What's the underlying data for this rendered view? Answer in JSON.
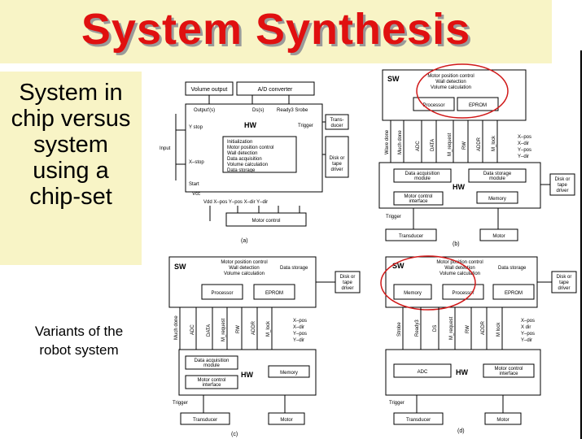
{
  "title": "System Synthesis",
  "left_panel": {
    "lines": [
      "System in",
      "chip versus",
      "system",
      "using a",
      "chip-set"
    ]
  },
  "variants": {
    "lines": [
      "Variants of the",
      "robot system"
    ]
  },
  "a": {
    "caption": "(a)",
    "volume_output": "Volume output",
    "ad_converter": "A/D converter",
    "output_s": "Output'(s)",
    "ds_s": "Ds(s)",
    "ready_strobe": "Ready3  Srobe",
    "transducer": [
      "Trans-",
      "ducer"
    ],
    "hw": "HW",
    "trigger": "Trigger",
    "y_stop": "Y stop",
    "x_stop": "X–stop",
    "input": "Input",
    "start": "Start",
    "vcc": "Vcc",
    "functions": [
      "Initialization",
      "Motor position control",
      "Wall detection",
      "Data acquisition",
      "Volume calculation",
      "Data storage"
    ],
    "disk": [
      "Disk or",
      "tape",
      "driver"
    ],
    "bottom_signals": "Vdd    X–pos   Y–pos   X–dir    Y–dir",
    "motor_control": "Motor control"
  },
  "b": {
    "caption": "(b)",
    "sw": "SW",
    "sw_functions": [
      "Motor position control",
      "Wall detection",
      "Volume calculation"
    ],
    "processor": "Processor",
    "eprom": "EPROM",
    "signals": [
      "Wave done",
      "Much done",
      "ADC",
      "DATA",
      "M_request",
      "RW",
      "ADDR",
      "M_lock"
    ],
    "right_signals": [
      "X–pos",
      "X–dir",
      "Y–pos",
      "Y–dir"
    ],
    "data_acq": [
      "Data acquisition",
      "module"
    ],
    "data_storage": [
      "Data storage",
      "module"
    ],
    "hw": "HW",
    "motor_if": [
      "Motor control",
      "interface"
    ],
    "memory": "Memory",
    "disk": [
      "Disk or",
      "tape",
      "driver"
    ],
    "trigger": "Trigger",
    "transducer": "Transducer",
    "motor": "Motor"
  },
  "c": {
    "caption": "(c)",
    "sw": "SW",
    "sw_functions": [
      "Motor position control",
      "Wall detection",
      "Volume calculation"
    ],
    "data_storage": "Data storage",
    "processor": "Processor",
    "eprom": "EPROM",
    "disk": [
      "Disk or",
      "tape",
      "driver"
    ],
    "signals": [
      "Much done",
      "ADC",
      "DATA",
      "M_request",
      "RW",
      "ADDR",
      "M_lock"
    ],
    "right_signals": [
      "X–pos",
      "X–dir",
      "Y–pos",
      "Y–dir"
    ],
    "data_acq": [
      "Data acquisition",
      "module"
    ],
    "motor_if": [
      "Motor control",
      "interface"
    ],
    "hw": "HW",
    "memory": "Memory",
    "trigger": "Trigger",
    "transducer": "Transducer",
    "motor": "Motor"
  },
  "d": {
    "caption": "(d)",
    "sw": "SW",
    "sw_functions": [
      "Motor position control",
      "Wall detection",
      "Volume calculation"
    ],
    "data_storage": "Data storage",
    "memory": "Memory",
    "processor": "Processor",
    "eprom": "EPROM",
    "disk": [
      "Disk or",
      "tape",
      "driver"
    ],
    "signals": [
      "Strobe",
      "Ready3",
      "DS",
      "M_request",
      "RW",
      "ADDR",
      "M lock"
    ],
    "right_signals": [
      "X–pos",
      "X dir",
      "Y–pos",
      "Y–dir"
    ],
    "adc": "ADC",
    "hw": "HW",
    "motor_if": [
      "Motor control",
      "interface"
    ],
    "trigger": "Trigger",
    "transducer": "Transducer",
    "motor": "Motor"
  },
  "colors": {
    "title": "#e01010",
    "panel": "#f8f4c6",
    "highlight": "#d01818"
  }
}
